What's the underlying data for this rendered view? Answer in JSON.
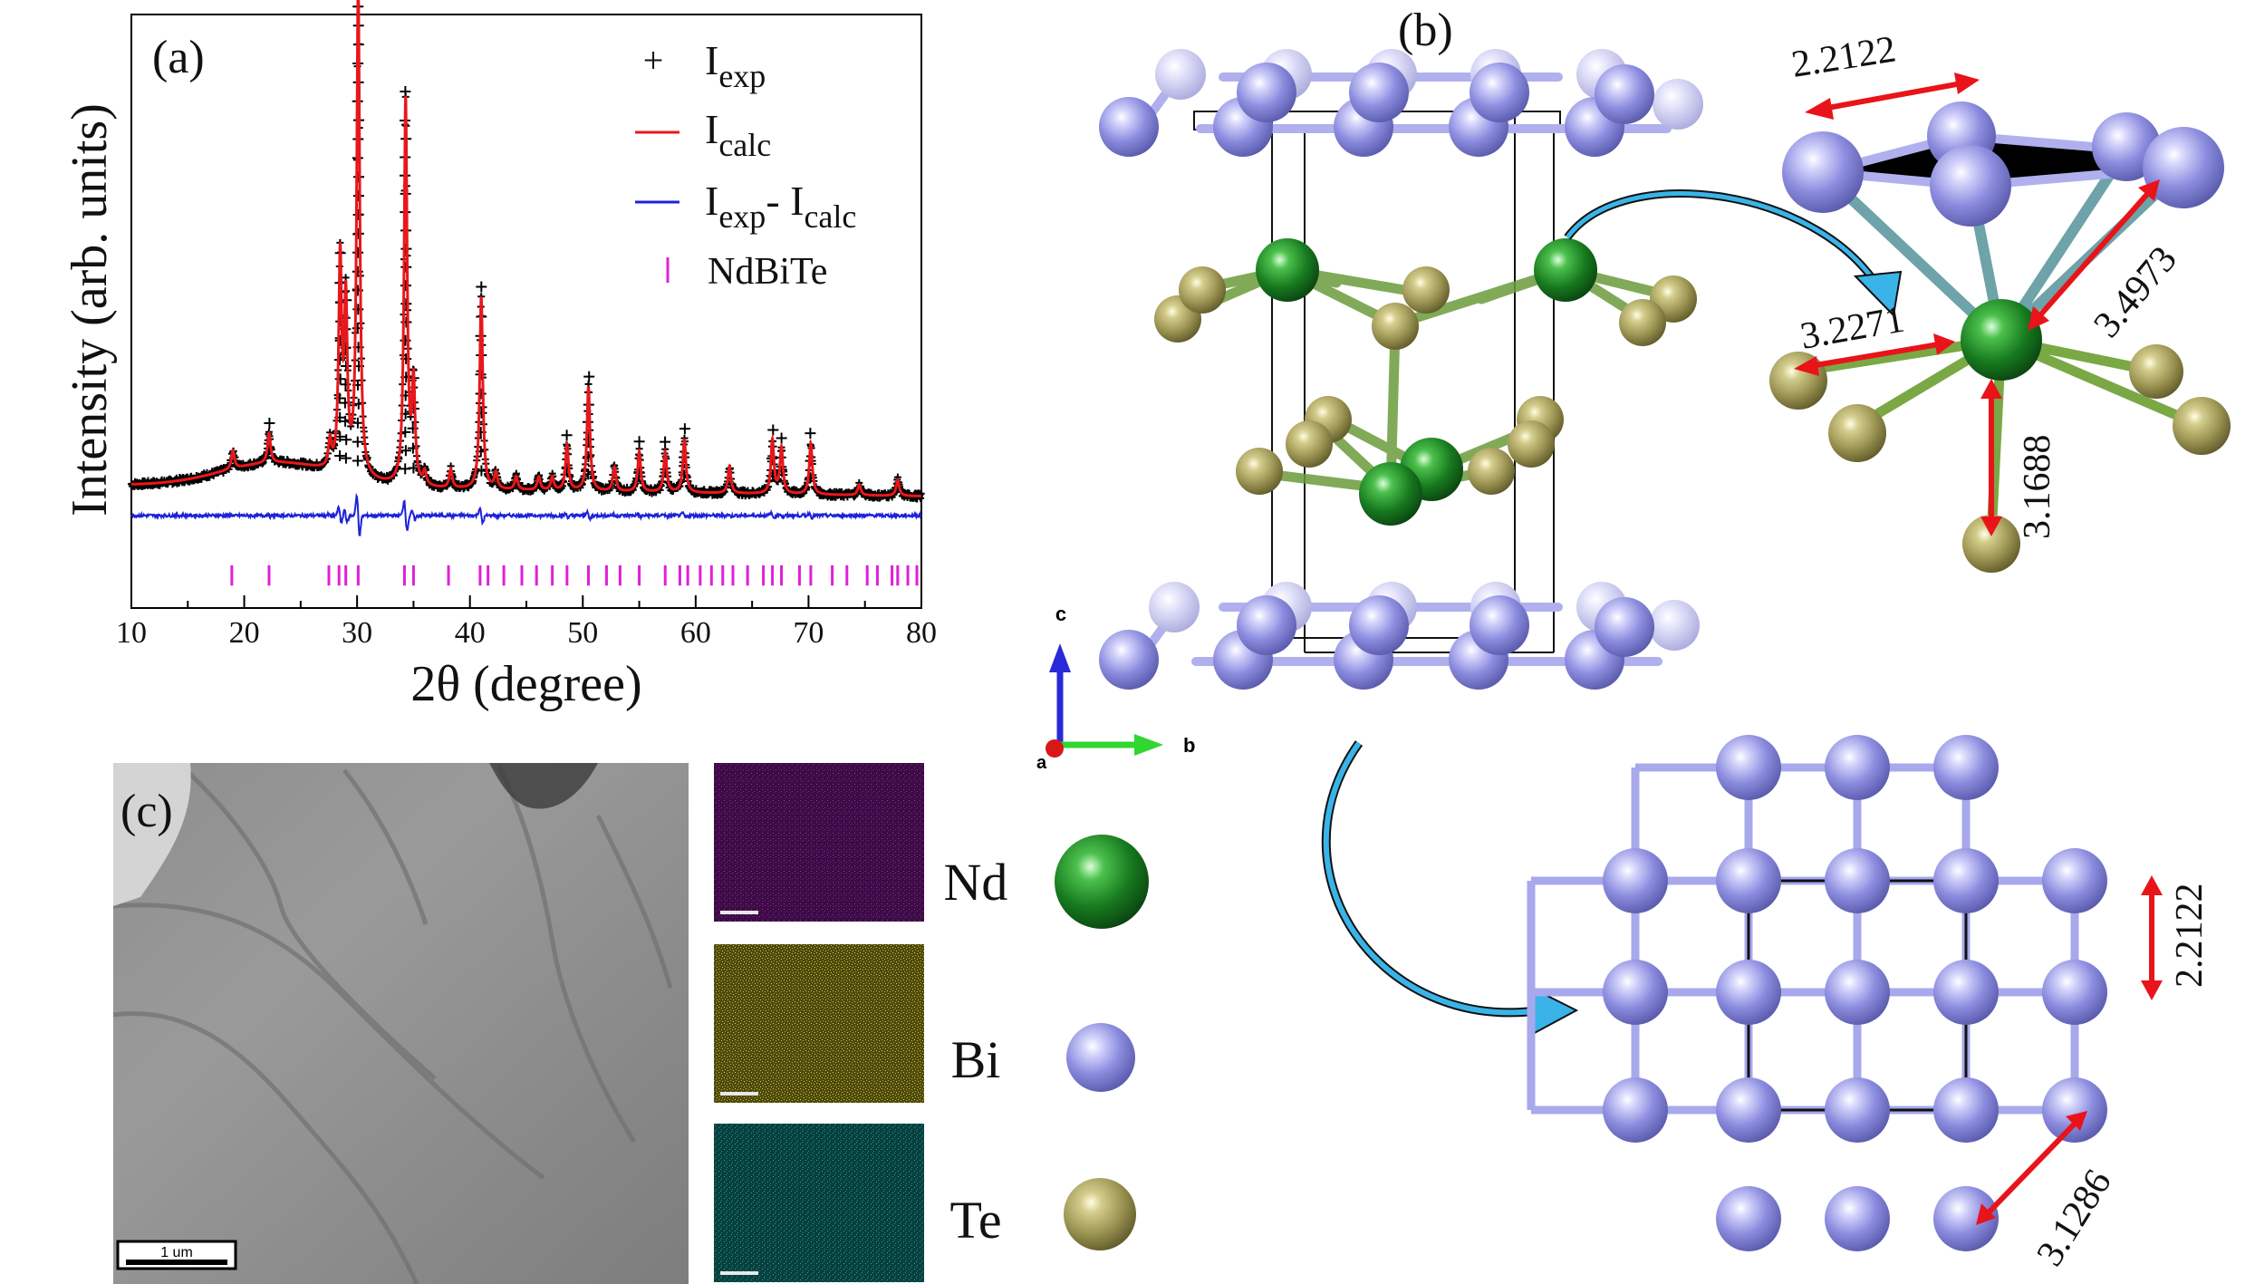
{
  "panel_a": {
    "label": "(a)",
    "xlabel": "2θ (degree)",
    "ylabel": "Intensity (arb. units)",
    "legend": {
      "exp": {
        "base": "I",
        "sub": "exp"
      },
      "calc": {
        "base": "I",
        "sub": "calc"
      },
      "diff": {
        "base": "I",
        "sub": "exp",
        "mid": "- I",
        "sub2": "calc"
      },
      "ticks": "NdBiTe"
    }
  },
  "chart_data": {
    "type": "line",
    "title": "",
    "xlabel": "2θ (degree)",
    "ylabel": "Intensity (arb. units)",
    "xlim": [
      10,
      80
    ],
    "ylim": [
      0,
      100
    ],
    "x_ticks": [
      10,
      20,
      30,
      40,
      50,
      60,
      70,
      80
    ],
    "x_tick_labels": [
      "10",
      "20",
      "30",
      "40",
      "50",
      "60",
      "70",
      "80"
    ],
    "grid": false,
    "legend_position": "top-right",
    "background_level": 12,
    "difference_offset": 6.3,
    "bragg_tick_level": [
      -6.8,
      -3.0
    ],
    "peaks": [
      {
        "x": 19.0,
        "y": 3.5
      },
      {
        "x": 22.2,
        "y": 5.5
      },
      {
        "x": 27.6,
        "y": 5
      },
      {
        "x": 28.5,
        "y": 39.5
      },
      {
        "x": 29.0,
        "y": 31
      },
      {
        "x": 30.1,
        "y": 92
      },
      {
        "x": 34.3,
        "y": 72
      },
      {
        "x": 35.0,
        "y": 18.5
      },
      {
        "x": 36.0,
        "y": 2.5
      },
      {
        "x": 38.3,
        "y": 3.5
      },
      {
        "x": 41.0,
        "y": 36
      },
      {
        "x": 42.3,
        "y": 3
      },
      {
        "x": 44.1,
        "y": 2.5
      },
      {
        "x": 46.1,
        "y": 2.5
      },
      {
        "x": 47.3,
        "y": 2.5
      },
      {
        "x": 48.6,
        "y": 8.5
      },
      {
        "x": 50.5,
        "y": 19.5
      },
      {
        "x": 52.8,
        "y": 4.5
      },
      {
        "x": 55.0,
        "y": 7.5
      },
      {
        "x": 57.3,
        "y": 7.5
      },
      {
        "x": 59.0,
        "y": 10
      },
      {
        "x": 63.0,
        "y": 5
      },
      {
        "x": 66.8,
        "y": 10
      },
      {
        "x": 67.6,
        "y": 8.5
      },
      {
        "x": 70.2,
        "y": 9.5
      },
      {
        "x": 74.5,
        "y": 2
      },
      {
        "x": 77.9,
        "y": 3
      }
    ],
    "bragg_positions": [
      18.9,
      22.2,
      27.5,
      28.4,
      29.0,
      30.1,
      34.2,
      35.0,
      38.1,
      40.9,
      41.6,
      43.0,
      44.6,
      45.9,
      47.3,
      48.6,
      50.5,
      52.1,
      53.3,
      55.0,
      57.3,
      58.6,
      59.3,
      60.4,
      61.4,
      62.4,
      63.3,
      64.6,
      66.0,
      66.8,
      67.6,
      69.2,
      70.2,
      72.1,
      73.4,
      75.2,
      76.1,
      77.4,
      77.9,
      78.8,
      79.6
    ],
    "series": [
      {
        "name": "I_exp",
        "style": "markers (+)",
        "color": "#000000"
      },
      {
        "name": "I_calc",
        "style": "line",
        "color": "#e8171b"
      },
      {
        "name": "I_exp - I_calc",
        "style": "line",
        "color": "#1c22d8"
      },
      {
        "name": "NdBiTe",
        "style": "bragg ticks",
        "color": "#e020d8"
      }
    ]
  },
  "panel_b": {
    "label": "(b)",
    "axes": {
      "c": "c",
      "b": "b",
      "a": "a"
    },
    "distances": {
      "bi_bi_top": "2.2122",
      "nd_te_left": "3.2271",
      "nd_bi": "3.4973",
      "nd_te_down": "3.1688",
      "square_side": "2.2122",
      "square_diag": "3.1286"
    }
  },
  "panel_c": {
    "label": "(c)",
    "scale_bar": "1 um",
    "elements": [
      {
        "name": "Nd",
        "map_color": "#6a1a74",
        "ball_color": "#1d7a28"
      },
      {
        "name": "Bi",
        "map_color": "#8a8419",
        "ball_color": "#9a9ae4"
      },
      {
        "name": "Te",
        "map_color": "#0f6f6c",
        "ball_color": "#9d9550"
      }
    ]
  },
  "colors": {
    "bi": "#8d8de0",
    "nd": "#1a7a24",
    "te": "#9b9452",
    "bond_bi": "#a8a8ec",
    "bond_nd": "#6a9a44",
    "arrow": "#e8141a",
    "curve_arrow": "#2ba6dc"
  }
}
